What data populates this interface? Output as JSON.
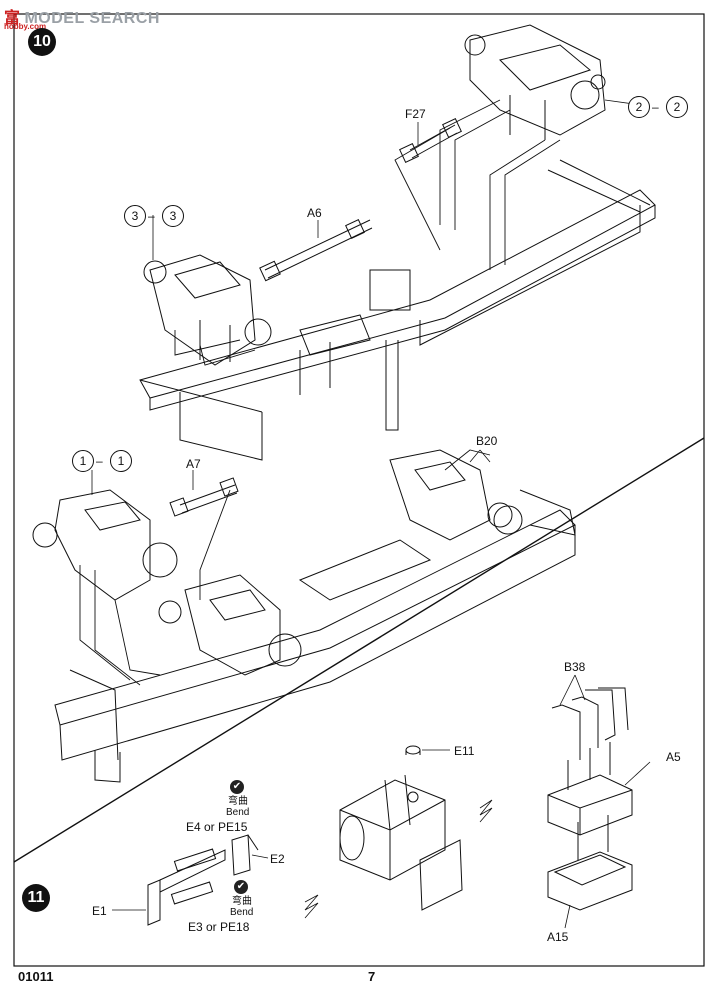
{
  "watermark": {
    "brand_cn": "富",
    "brand_en": "MODEL SEARCH",
    "url": "hobby.com"
  },
  "steps": {
    "step10": "10",
    "step11": "11"
  },
  "labels": {
    "F27": "F27",
    "A6": "A6",
    "A7": "A7",
    "B20": "B20",
    "B38": "B38",
    "A5": "A5",
    "A15": "A15",
    "E11": "E11",
    "E1": "E1",
    "E2": "E2",
    "E4_or_PE15": "E4 or PE15",
    "E3_or_PE18": "E3 or PE18",
    "bend_cn": "弯曲",
    "bend_en": "Bend"
  },
  "callouts": {
    "c2a": "2",
    "c2b": "2",
    "c3a": "3",
    "c3b": "3",
    "c1a": "1",
    "c1b": "1"
  },
  "bend_icon": "✔",
  "footer": {
    "code": "01011",
    "page": "7"
  }
}
